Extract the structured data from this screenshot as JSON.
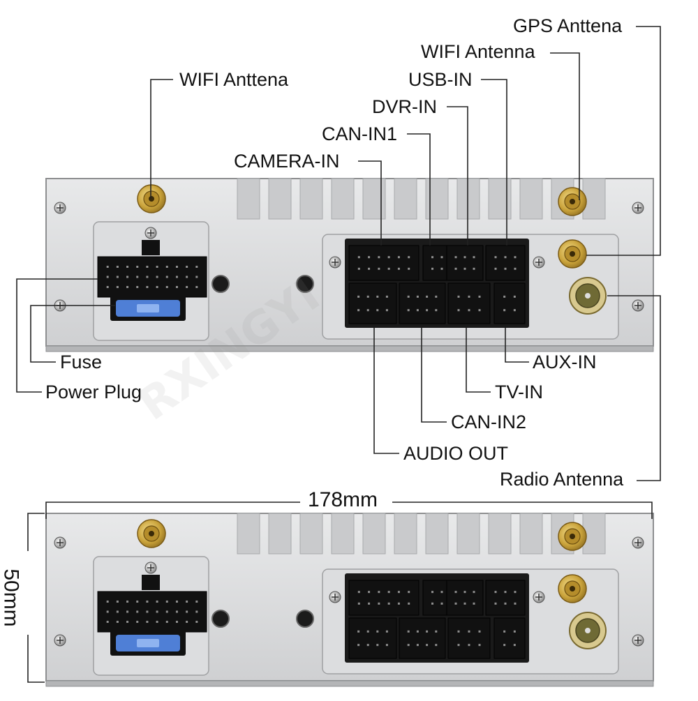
{
  "labels": {
    "gps_antenna": "GPS Anttena",
    "wifi_antenna_right": "WIFI Antenna",
    "usb_in": "USB-IN",
    "dvr_in": "DVR-IN",
    "can_in1": "CAN-IN1",
    "camera_in": "CAMERA-IN",
    "wifi_antenna_left": "WIFI Anttena",
    "fuse": "Fuse",
    "power_plug": "Power Plug",
    "aux_in": "AUX-IN",
    "tv_in": "TV-IN",
    "can_in2": "CAN-IN2",
    "audio_out": "AUDIO OUT",
    "radio_antenna": "Radio Antenna"
  },
  "dimensions": {
    "width": "178mm",
    "height": "50mm"
  },
  "watermark": "RXINGYI",
  "colors": {
    "panel": "#d9dadb",
    "connector": "#1c1c1c",
    "fuse": "#4f7fd6",
    "gold": "#c9a23a",
    "line": "#222222"
  }
}
